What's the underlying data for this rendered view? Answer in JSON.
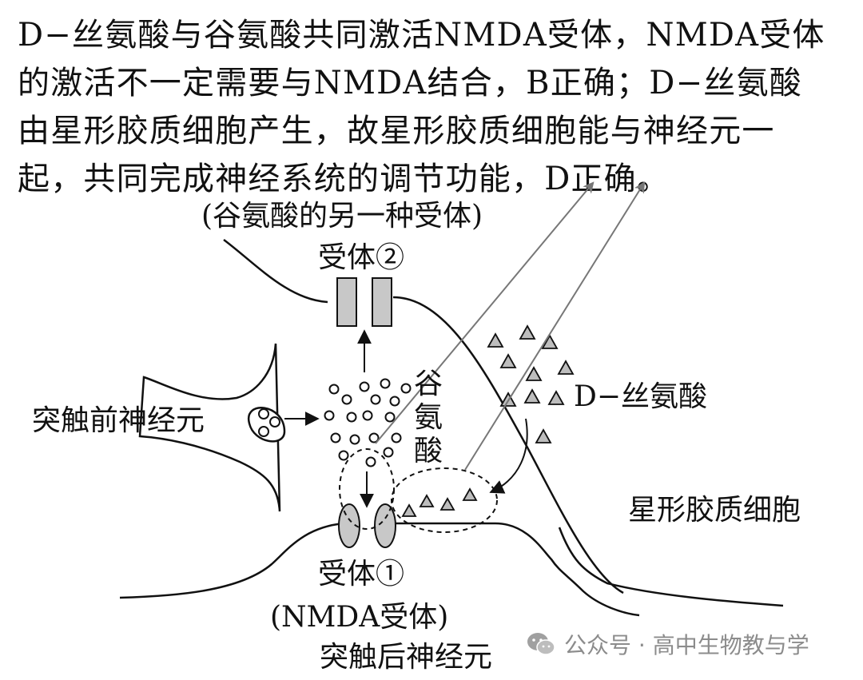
{
  "paragraph": {
    "lines": [
      "D−丝氨酸与谷氨酸共同激活NMDA受体，NMDA受体",
      "的激活不一定需要与NMDA结合，B正确；D−丝氨酸",
      "由星形胶质细胞产生，故星形胶质细胞能与神经元一",
      "起，共同完成神经系统的调节功能，D正确。"
    ]
  },
  "diagram": {
    "receptor2_note": "(谷氨酸的另一种受体)",
    "receptor2": "受体②",
    "presynaptic": "突触前神经元",
    "glutamate_chars": [
      "谷",
      "氨",
      "酸"
    ],
    "d_serine": "D−丝氨酸",
    "astrocyte": "星形胶质细胞",
    "receptor1": "受体①",
    "receptor1_note": "(NMDA受体)",
    "postsynaptic": "突触后神经元"
  },
  "watermark": {
    "icon": "wechat-icon",
    "text": "公众号 · 高中生物教与学"
  },
  "colors": {
    "receptor_fill": "#c8c8c8",
    "arrow_gray": "#777777",
    "watermark": "#8c8c8c"
  }
}
